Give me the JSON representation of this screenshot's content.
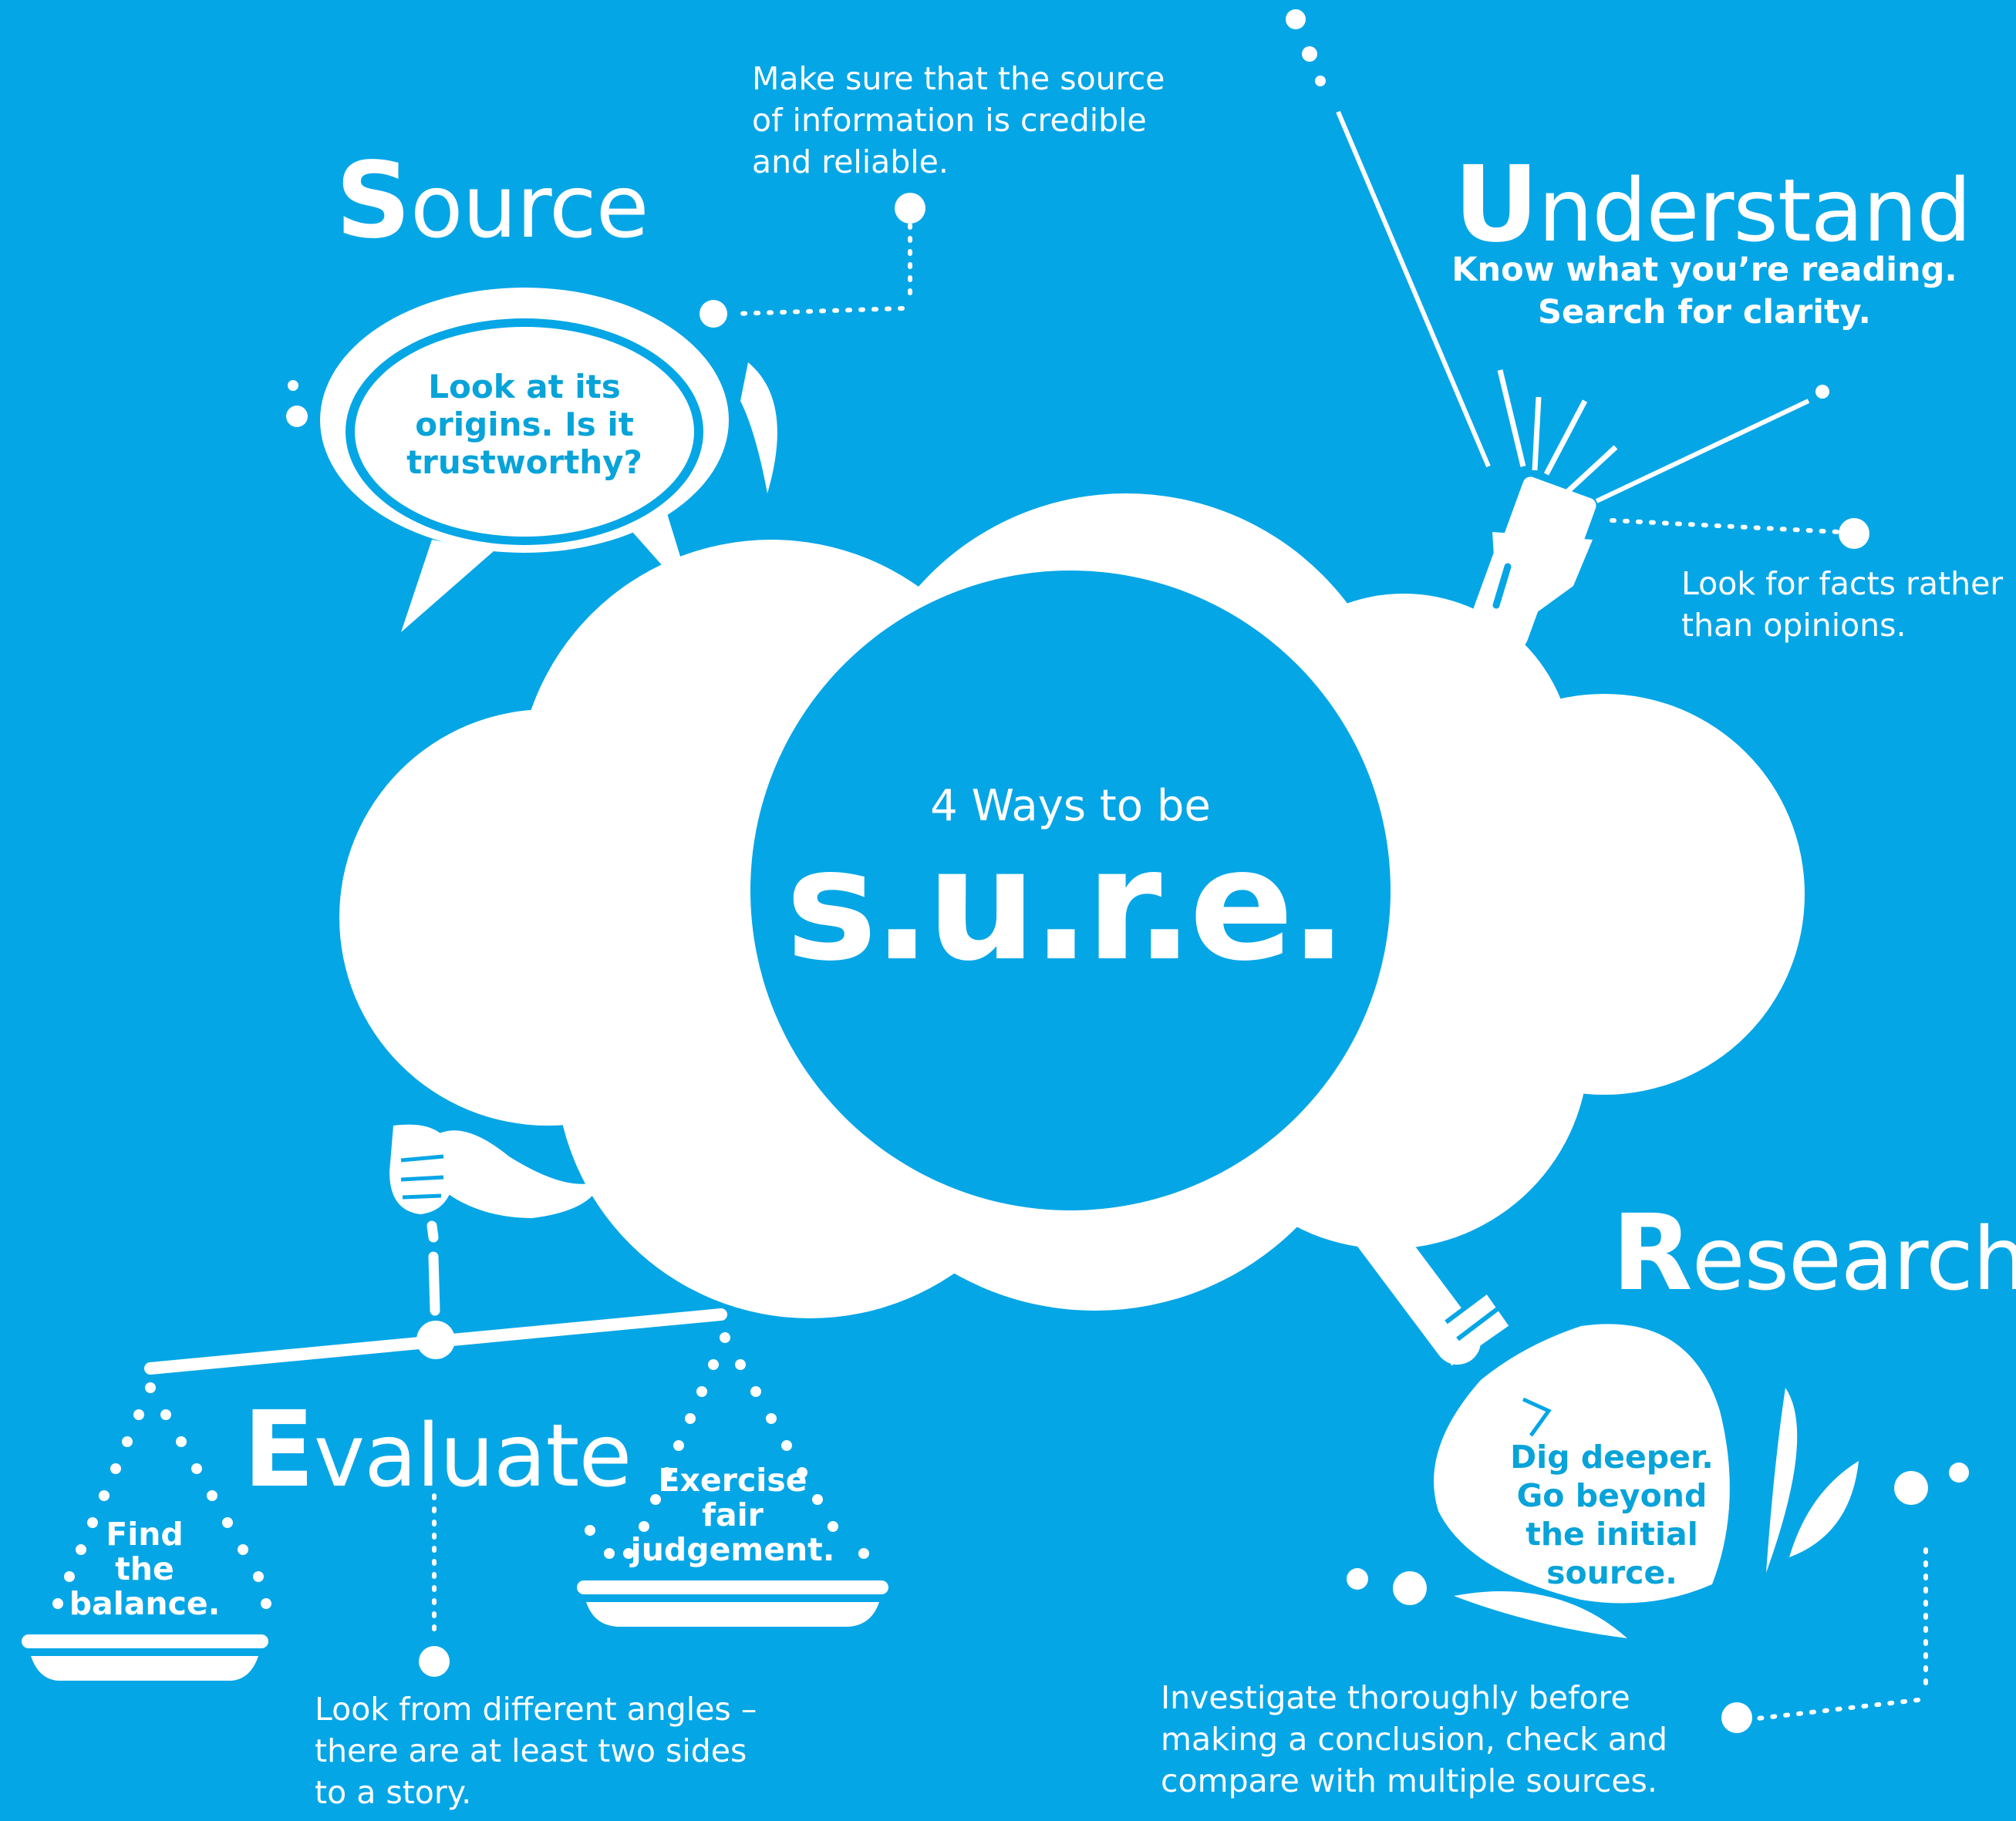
{
  "center": {
    "subtitle": "4 Ways to be",
    "title": "s.u.r.e."
  },
  "source": {
    "heading_initial": "S",
    "heading_rest": "ource",
    "note": [
      "Make sure that the source",
      "of information is credible",
      "and reliable."
    ],
    "bubble": [
      "Look at its",
      "origins. Is it",
      "trustworthy?"
    ]
  },
  "understand": {
    "heading_initial": "U",
    "heading_rest": "nderstand",
    "subline": [
      "Know what you’re reading.",
      "Search for clarity."
    ],
    "note": [
      "Look for facts rather",
      "than opinions."
    ]
  },
  "research": {
    "heading_initial": "R",
    "heading_rest": "esearch",
    "shovel": [
      "Dig deeper.",
      "Go beyond",
      "the initial",
      "source."
    ],
    "note": [
      "Investigate thoroughly before",
      "making a conclusion, check and",
      "compare with multiple sources."
    ]
  },
  "evaluate": {
    "heading_initial": "E",
    "heading_rest": "valuate",
    "left_pan": [
      "Find",
      "the",
      "balance."
    ],
    "right_pan": [
      "Exercise",
      "fair",
      "judgement."
    ],
    "note": [
      "Look from different angles –",
      "there are at least two sides",
      "to a story."
    ]
  },
  "colors": {
    "background": "#05a6e6",
    "foreground": "#ffffff",
    "accent_text": "#07a3d9"
  }
}
